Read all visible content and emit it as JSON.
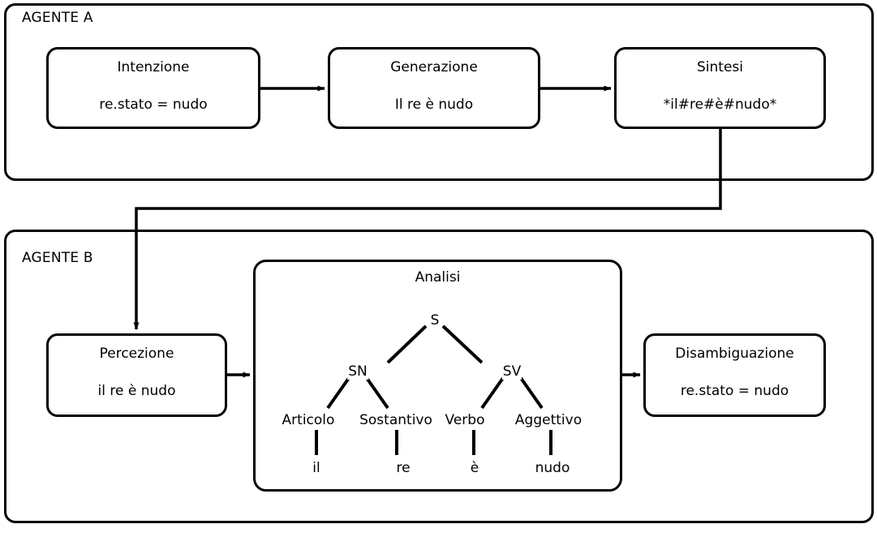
{
  "diagram": {
    "title_agent_a": "AGENTE A",
    "title_agent_b": "AGENTE B"
  },
  "agent_a": {
    "label": "AGENTE A",
    "boxes": [
      {
        "title": "Intenzione",
        "value": "re.stato = nudo"
      },
      {
        "title": "Generazione",
        "value": "Il re è nudo"
      },
      {
        "title": "Sintesi",
        "value": "*il#re#è#nudo*"
      }
    ]
  },
  "agent_b": {
    "label": "AGENTE B",
    "percezione": {
      "title": "Percezione",
      "value": "il re è nudo"
    },
    "disambiguazione": {
      "title": "Disambiguazione",
      "value": "re.stato = nudo"
    },
    "analisi": {
      "title": "Analisi",
      "tree": {
        "root": "S",
        "phrases": [
          "SN",
          "SV"
        ],
        "pos": [
          "Articolo",
          "Sostantivo",
          "Verbo",
          "Aggettivo"
        ],
        "words": [
          "il",
          "re",
          "è",
          "nudo"
        ]
      }
    }
  },
  "colors": {
    "stroke": "#000000",
    "background": "#ffffff",
    "text": "#000000"
  }
}
